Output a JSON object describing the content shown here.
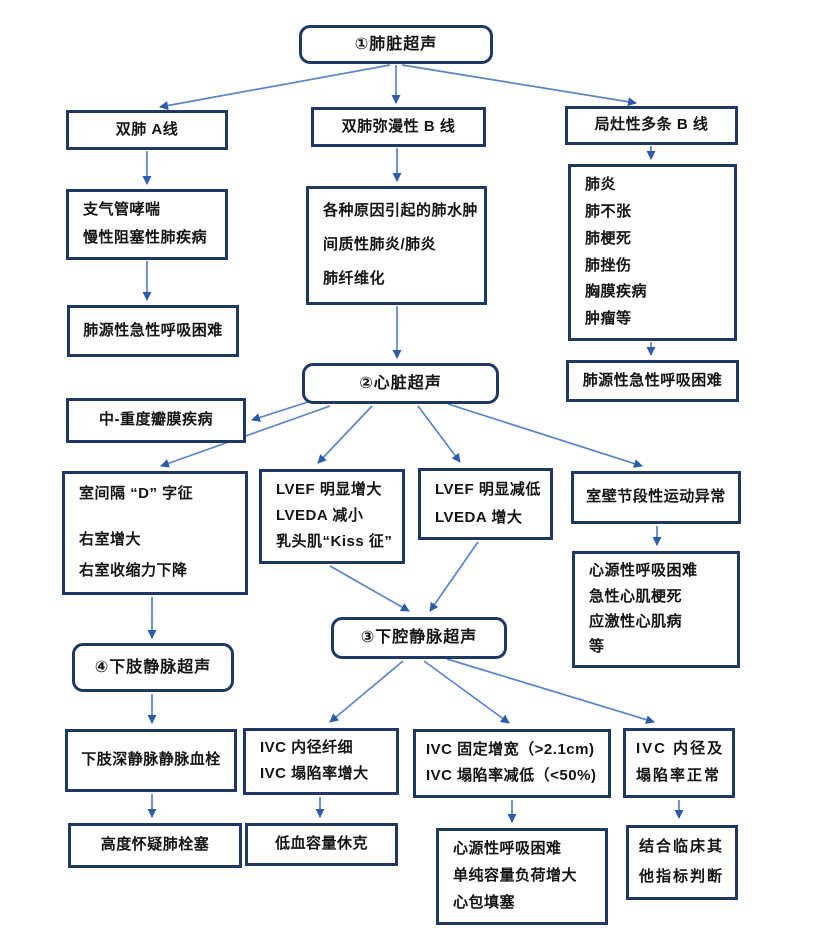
{
  "colors": {
    "box_border": "#1f3864",
    "arrow_line": "#5b84c8",
    "arrow_head": "#2e5ca8",
    "text": "#141414",
    "background": "#ffffff"
  },
  "nodes": {
    "lung_us": {
      "label": "①肺脏超声"
    },
    "a_lines": {
      "label": "双肺 A线"
    },
    "diffuse_b": {
      "label": "双肺弥漫性 B 线"
    },
    "focal_b": {
      "label": "局灶性多条 B 线"
    },
    "asthma": {
      "lines": [
        "支气管哮喘",
        "慢性阻塞性肺疾病"
      ]
    },
    "edema": {
      "lines": [
        "各种原因引起的肺水肿",
        "间质性肺炎/肺炎",
        "肺纤维化"
      ]
    },
    "pneumonia": {
      "lines": [
        "肺炎",
        "肺不张",
        "肺梗死",
        "肺挫伤",
        "胸膜疾病",
        "肿瘤等"
      ]
    },
    "pulm_dyspnea_left": {
      "label": "肺源性急性呼吸困难"
    },
    "heart_us": {
      "label": "②心脏超声"
    },
    "pulm_dyspnea_right": {
      "label": "肺源性急性呼吸困难"
    },
    "valve": {
      "label": "中-重度瓣膜疾病"
    },
    "d_sign": {
      "lines": [
        "室间隔 “D” 字征",
        "右室增大",
        "右室收缩力下降"
      ]
    },
    "lvef_up": {
      "lines": [
        "LVEF 明显增大",
        "LVEDA 减小",
        "乳头肌“Kiss 征”"
      ]
    },
    "lvef_down": {
      "lines": [
        "LVEF 明显减低",
        "LVEDA 增大"
      ]
    },
    "wall_motion": {
      "label": "室壁节段性运动异常"
    },
    "cardiogenic": {
      "lines": [
        "心源性呼吸困难",
        "急性心肌梗死",
        "应激性心肌病",
        "等"
      ]
    },
    "ivc_us": {
      "label": "③下腔静脉超声"
    },
    "leg_us": {
      "label": "④下肢静脉超声"
    },
    "dvt": {
      "label": "下肢深静脉静脉血栓"
    },
    "ivc_thin": {
      "lines": [
        "IVC 内径纤细",
        "IVC 塌陷率增大"
      ]
    },
    "ivc_wide": {
      "lines": [
        "IVC 固定增宽（>2.1cm)",
        "IVC 塌陷率减低（<50%)"
      ]
    },
    "ivc_normal": {
      "lines": [
        "IVC 内径及",
        "塌陷率正常"
      ]
    },
    "pe": {
      "label": "高度怀疑肺栓塞"
    },
    "shock": {
      "label": "低血容量休克"
    },
    "cardiogenic2": {
      "lines": [
        "心源性呼吸困难",
        "单纯容量负荷增大",
        "心包填塞"
      ]
    },
    "clinical": {
      "lines": [
        "结合临床其",
        "他指标判断"
      ]
    }
  }
}
